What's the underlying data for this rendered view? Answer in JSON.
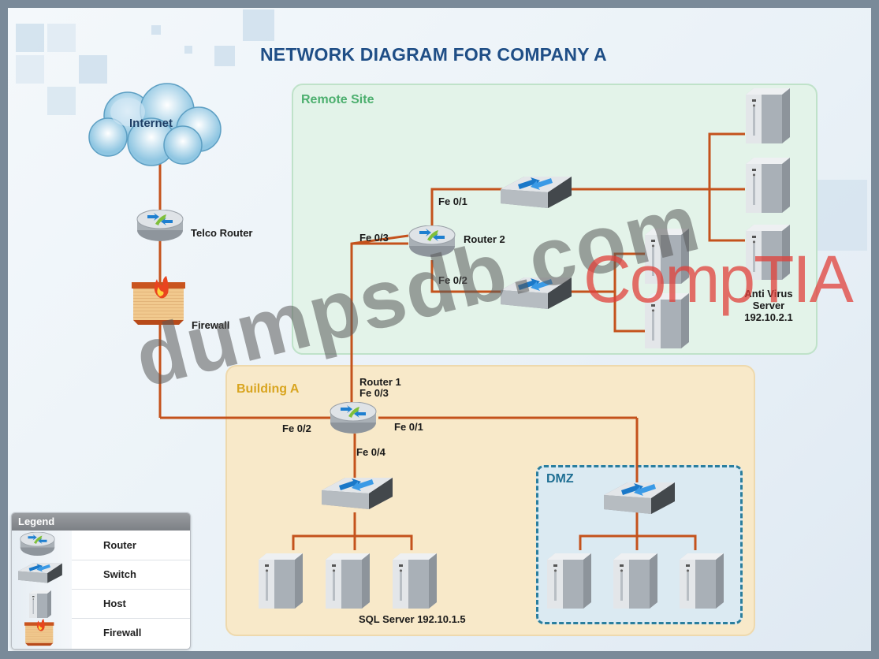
{
  "title": "NETWORK DIAGRAM FOR COMPANY A",
  "zones": {
    "remote_site": {
      "label": "Remote Site",
      "color": "#4caf6e"
    },
    "building_a": {
      "label": "Building A",
      "color": "#d9a520"
    },
    "dmz": {
      "label": "DMZ",
      "color": "#1f6f93"
    }
  },
  "nodes": {
    "internet": {
      "label": "Internet",
      "type": "cloud"
    },
    "telco_router": {
      "label": "Telco Router",
      "type": "router"
    },
    "firewall": {
      "label": "Firewall",
      "type": "firewall"
    },
    "router1": {
      "label": "Router 1",
      "type": "router"
    },
    "router2": {
      "label": "Router 2",
      "type": "router"
    },
    "av_server": {
      "label_line1": "Anti Virus",
      "label_line2": "Server",
      "label_line3": "192.10.2.1",
      "type": "host"
    },
    "sql_server": {
      "label": "SQL Server 192.10.1.5",
      "type": "host"
    }
  },
  "ports": {
    "r2_fe01": "Fe 0/1",
    "r2_fe02": "Fe 0/2",
    "r2_fe03": "Fe 0/3",
    "r1_fe01": "Fe 0/1",
    "r1_fe02": "Fe 0/2",
    "r1_fe03": "Fe 0/3",
    "r1_fe04": "Fe 0/4"
  },
  "legend": {
    "title": "Legend",
    "items": [
      {
        "icon": "router",
        "label": "Router"
      },
      {
        "icon": "switch",
        "label": "Switch"
      },
      {
        "icon": "host",
        "label": "Host"
      },
      {
        "icon": "firewall",
        "label": "Firewall"
      }
    ]
  },
  "watermarks": {
    "dumpsdb": "dumpsdb.com",
    "comptia": "CompTIA",
    "comptia_color": "#e0403a"
  },
  "colors": {
    "link": "#c4521c",
    "title": "#1f4e86"
  }
}
